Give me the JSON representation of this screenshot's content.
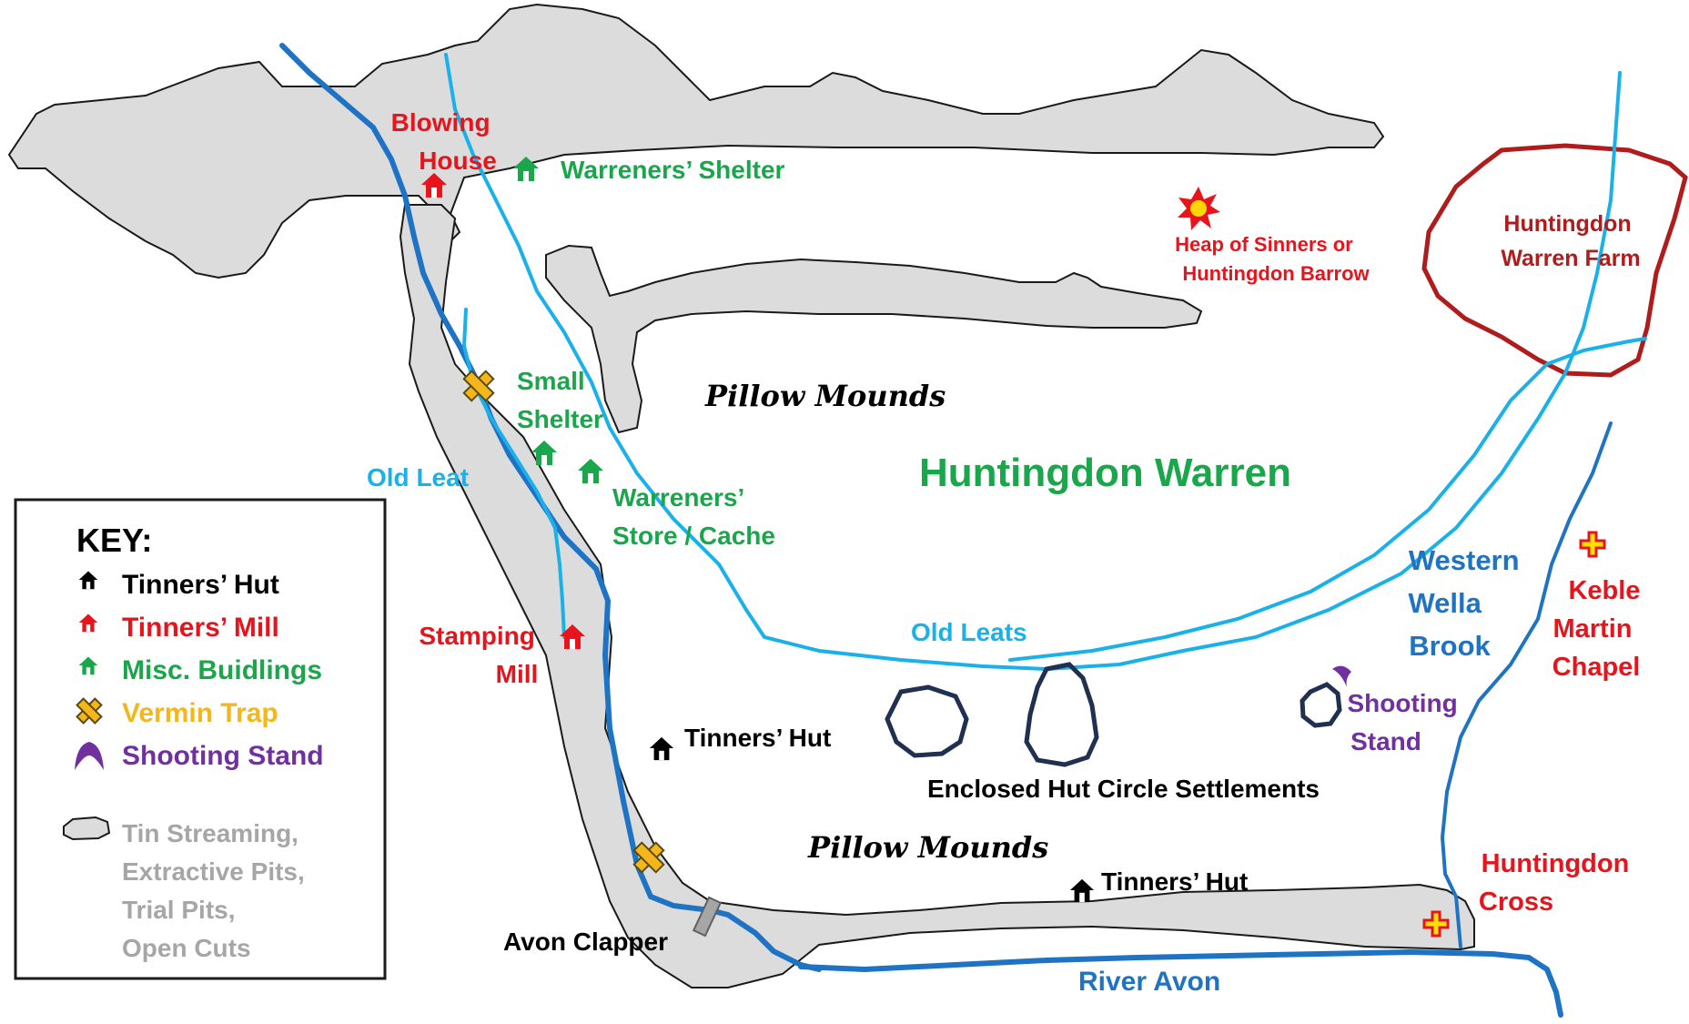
{
  "map": {
    "title": "Huntingdon Warren",
    "labels": {
      "blowing_house_1": "Blowing",
      "blowing_house_2": "House",
      "warreners_shelter": "Warreners’ Shelter",
      "heap_of_sinners_1": "Heap of Sinners or",
      "heap_of_sinners_2": "Huntingdon Barrow",
      "warren_farm_1": "Huntingdon",
      "warren_farm_2": "Warren Farm",
      "small_shelter_1": "Small",
      "small_shelter_2": "Shelter",
      "pillow_mounds_north": "Pillow Mounds",
      "pillow_mounds_south": "Pillow Mounds",
      "old_leat": "Old Leat",
      "warreners_store_1": "Warreners’",
      "warreners_store_2": "Store / Cache",
      "western_wella_1": "Western",
      "western_wella_2": "Wella",
      "western_wella_3": "Brook",
      "keble_martin_1": "Keble",
      "keble_martin_2": "Martin",
      "keble_martin_3": "Chapel",
      "stamping_mill_1": "Stamping",
      "stamping_mill_2": "Mill",
      "old_leats": "Old Leats",
      "shooting_stand_1": "Shooting",
      "shooting_stand_2": "Stand",
      "tinners_hut_west": "Tinners’ Hut",
      "enclosed_settlements": "Enclosed Hut Circle Settlements",
      "tinners_hut_south": "Tinners’ Hut",
      "huntingdon_cross_1": "Huntingdon",
      "huntingdon_cross_2": "Cross",
      "avon_clapper": "Avon Clapper",
      "river_avon": "River Avon"
    },
    "key": {
      "heading": "KEY:",
      "items": [
        {
          "label": "Tinners’ Hut",
          "icon": "hut-icon",
          "color": "#000000"
        },
        {
          "label": "Tinners’ Mill",
          "icon": "mill-icon",
          "color": "#e8141c"
        },
        {
          "label": "Misc. Buidlings",
          "icon": "building-icon",
          "color": "#1aa64b"
        },
        {
          "label": "Vermin Trap",
          "icon": "vermin-trap-icon",
          "color": "#f3b61b"
        },
        {
          "label": "Shooting Stand",
          "icon": "shooting-stand-icon",
          "color": "#7030a0"
        }
      ],
      "tin_lines": [
        "Tin Streaming,",
        "Extractive Pits,",
        "Trial Pits,",
        "Open Cuts"
      ]
    },
    "colors": {
      "tin_fill": "#dcdcdc",
      "river_dark": "#1f73c4",
      "river_light": "#1ab0ea",
      "red": "#e8141c",
      "green": "#1aa64b",
      "orange": "#f3b61b",
      "purple": "#7030a0",
      "navy": "#203050",
      "farm_border": "#b01c1c",
      "grey_text": "#a6a6a6"
    }
  }
}
